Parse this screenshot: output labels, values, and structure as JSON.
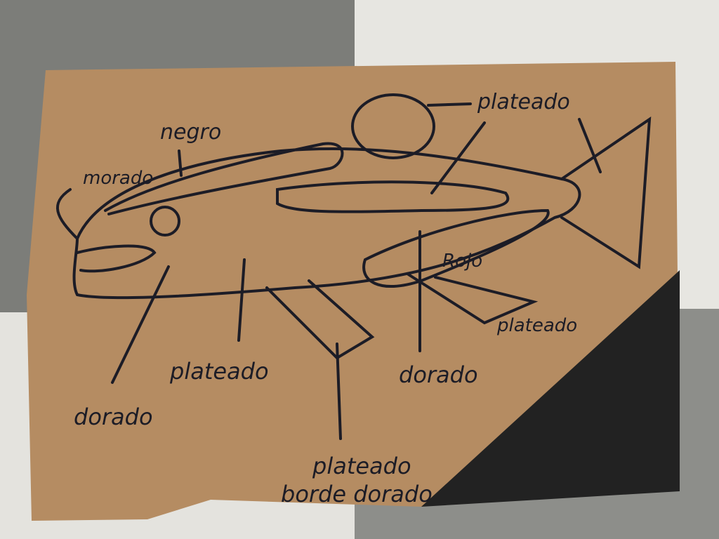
{
  "labels": {
    "negro": "negro",
    "morado": "morado",
    "plateado_top": "plateado",
    "rojo": "Rojo",
    "plateado_fin": "plateado",
    "dorado_head": "dorado",
    "plateado_belly": "plateado",
    "dorado_mid": "dorado",
    "plateado_bottom": "plateado",
    "borde": "borde dorado"
  },
  "colors": {
    "cardboard": "#b58c62",
    "ink": "#1c1c26",
    "black_patch": "#222222"
  }
}
